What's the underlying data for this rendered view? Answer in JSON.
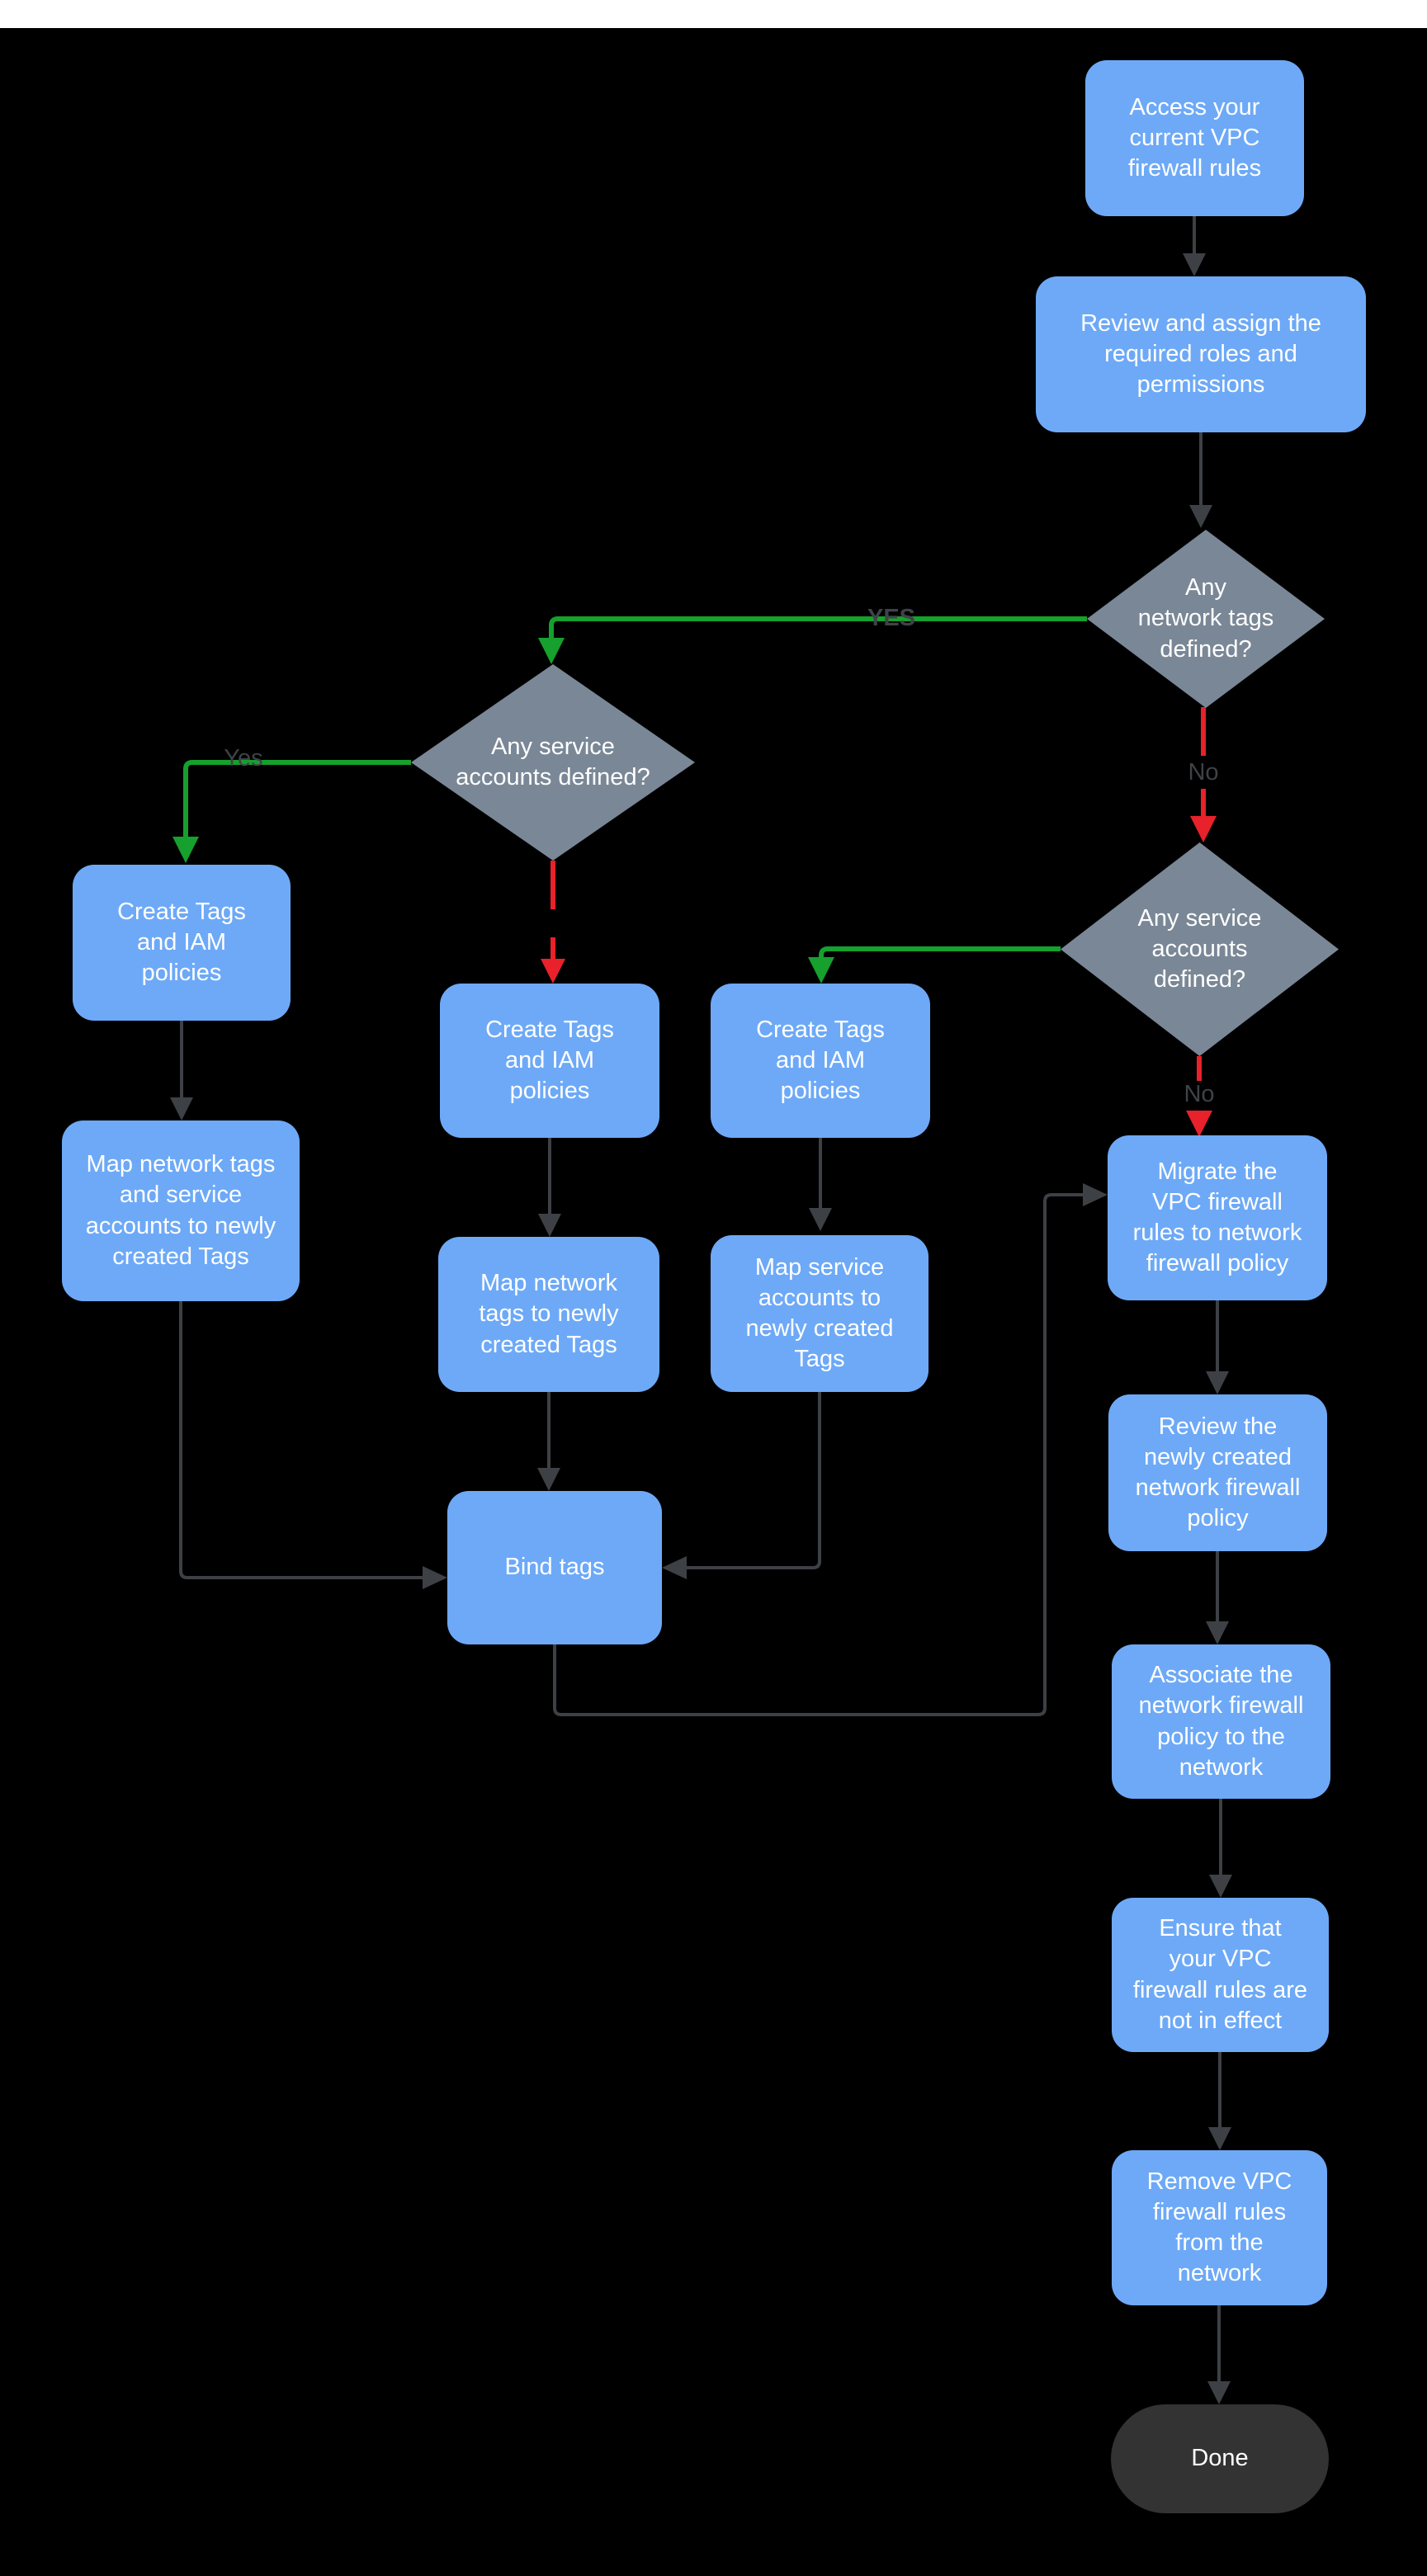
{
  "colors": {
    "background": "#000000",
    "topbar": "#ffffff",
    "node-blue": "#6da9f7",
    "diamond-gray": "#7a8796",
    "terminal-dark": "#333333",
    "connector-dark": "#3d4045",
    "connector-green": "#16a02d",
    "connector-red": "#e8212a",
    "label-gray": "#3e4348",
    "node-text": "#ffffff"
  },
  "nodes": {
    "access": {
      "label": "Access your\ncurrent VPC\nfirewall rules"
    },
    "review_roles": {
      "label": "Review and assign the\nrequired roles and\npermissions"
    },
    "network_tags_defined": {
      "label": "Any\nnetwork tags\ndefined?"
    },
    "service_accounts_left": {
      "label": "Any service\naccounts defined?"
    },
    "service_accounts_right": {
      "label": "Any service\naccounts\ndefined?"
    },
    "create_tags_left": {
      "label": "Create Tags\nand IAM\npolicies"
    },
    "create_tags_mid": {
      "label": "Create Tags\nand IAM\npolicies"
    },
    "create_tags_right": {
      "label": "Create Tags\nand IAM\npolicies"
    },
    "map_left": {
      "label": "Map network tags\nand service\naccounts to newly\ncreated Tags"
    },
    "map_mid": {
      "label": "Map network\ntags to newly\ncreated Tags"
    },
    "map_right": {
      "label": "Map service\naccounts  to\nnewly created\nTags"
    },
    "bind": {
      "label": "Bind tags"
    },
    "migrate": {
      "label": "Migrate the\nVPC firewall\nrules to network\nfirewall policy"
    },
    "review_policy": {
      "label": "Review the\nnewly created\nnetwork firewall\npolicy"
    },
    "associate": {
      "label": "Associate the\nnetwork firewall\npolicy to the\nnetwork"
    },
    "ensure": {
      "label": "Ensure that\nyour VPC\nfirewall rules are\nnot in effect"
    },
    "remove": {
      "label": "Remove  VPC\nfirewall rules\nfrom the\nnetwork"
    },
    "done": {
      "label": "Done"
    }
  },
  "edge_labels": {
    "yes_top": "YES",
    "yes_left": "Yes",
    "no_top": "No",
    "no_bottom": "No"
  }
}
